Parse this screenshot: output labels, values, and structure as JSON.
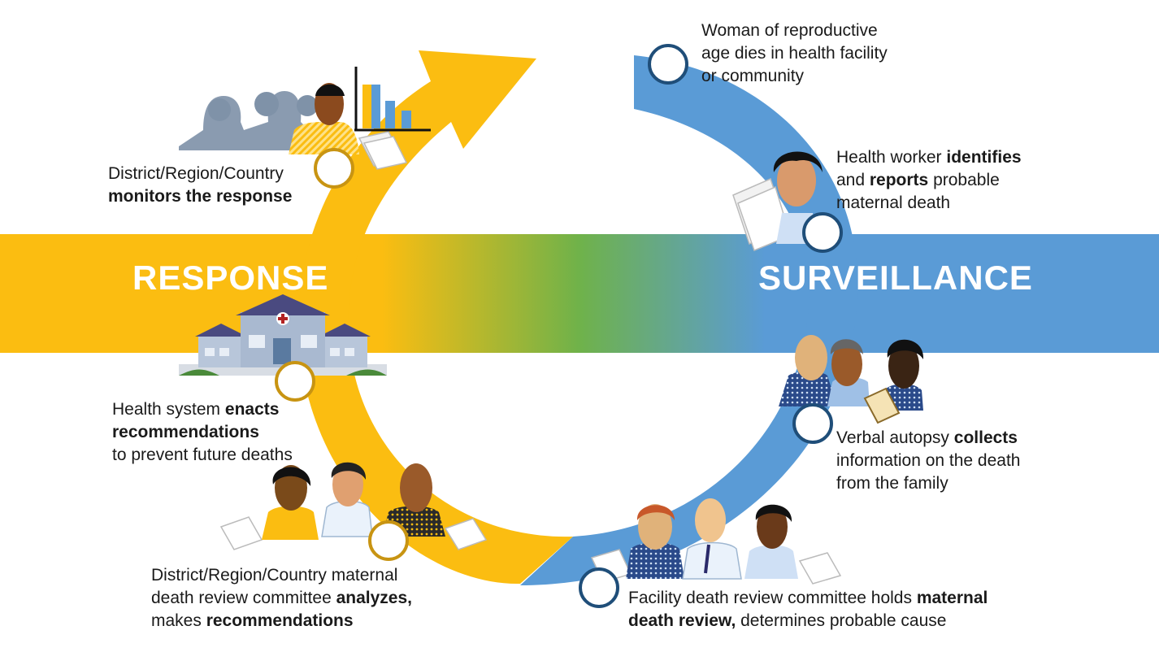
{
  "band": {
    "left_title": "RESPONSE",
    "right_title": "SURVEILLANCE",
    "colors": {
      "response": "#fbbd11",
      "surveillance": "#5a9bd6",
      "mid": "#6fb24a"
    }
  },
  "steps": {
    "s1": {
      "line1": "Woman of reproductive",
      "line2": "age dies in health facility",
      "line3": "or community"
    },
    "s2": {
      "a": "Health worker ",
      "b": "identifies",
      "c": "and ",
      "d": "reports",
      "e": " probable",
      "f": "maternal death"
    },
    "s3": {
      "a": "Verbal autopsy ",
      "b": "collects",
      "c": "information on the death",
      "d": "from the family"
    },
    "s4": {
      "a": "Facility death review committee holds ",
      "b": "maternal",
      "c": "death review,",
      "d": " determines probable cause"
    },
    "s5": {
      "a": "District/Region/Country maternal",
      "b": "death review committee ",
      "c": "analyzes,",
      "d": "makes ",
      "e": "recommendations"
    },
    "s6": {
      "a": "Health system ",
      "b": "enacts",
      "c": "recommendations",
      "d": "to prevent future deaths"
    },
    "s7": {
      "a": "District/Region/Country",
      "b": "monitors the response"
    }
  },
  "icons": [
    "monitor-group-icon",
    "bar-chart-icon",
    "health-worker-icon",
    "family-icon",
    "committee-icon",
    "hospital-icon",
    "documents-icon"
  ]
}
